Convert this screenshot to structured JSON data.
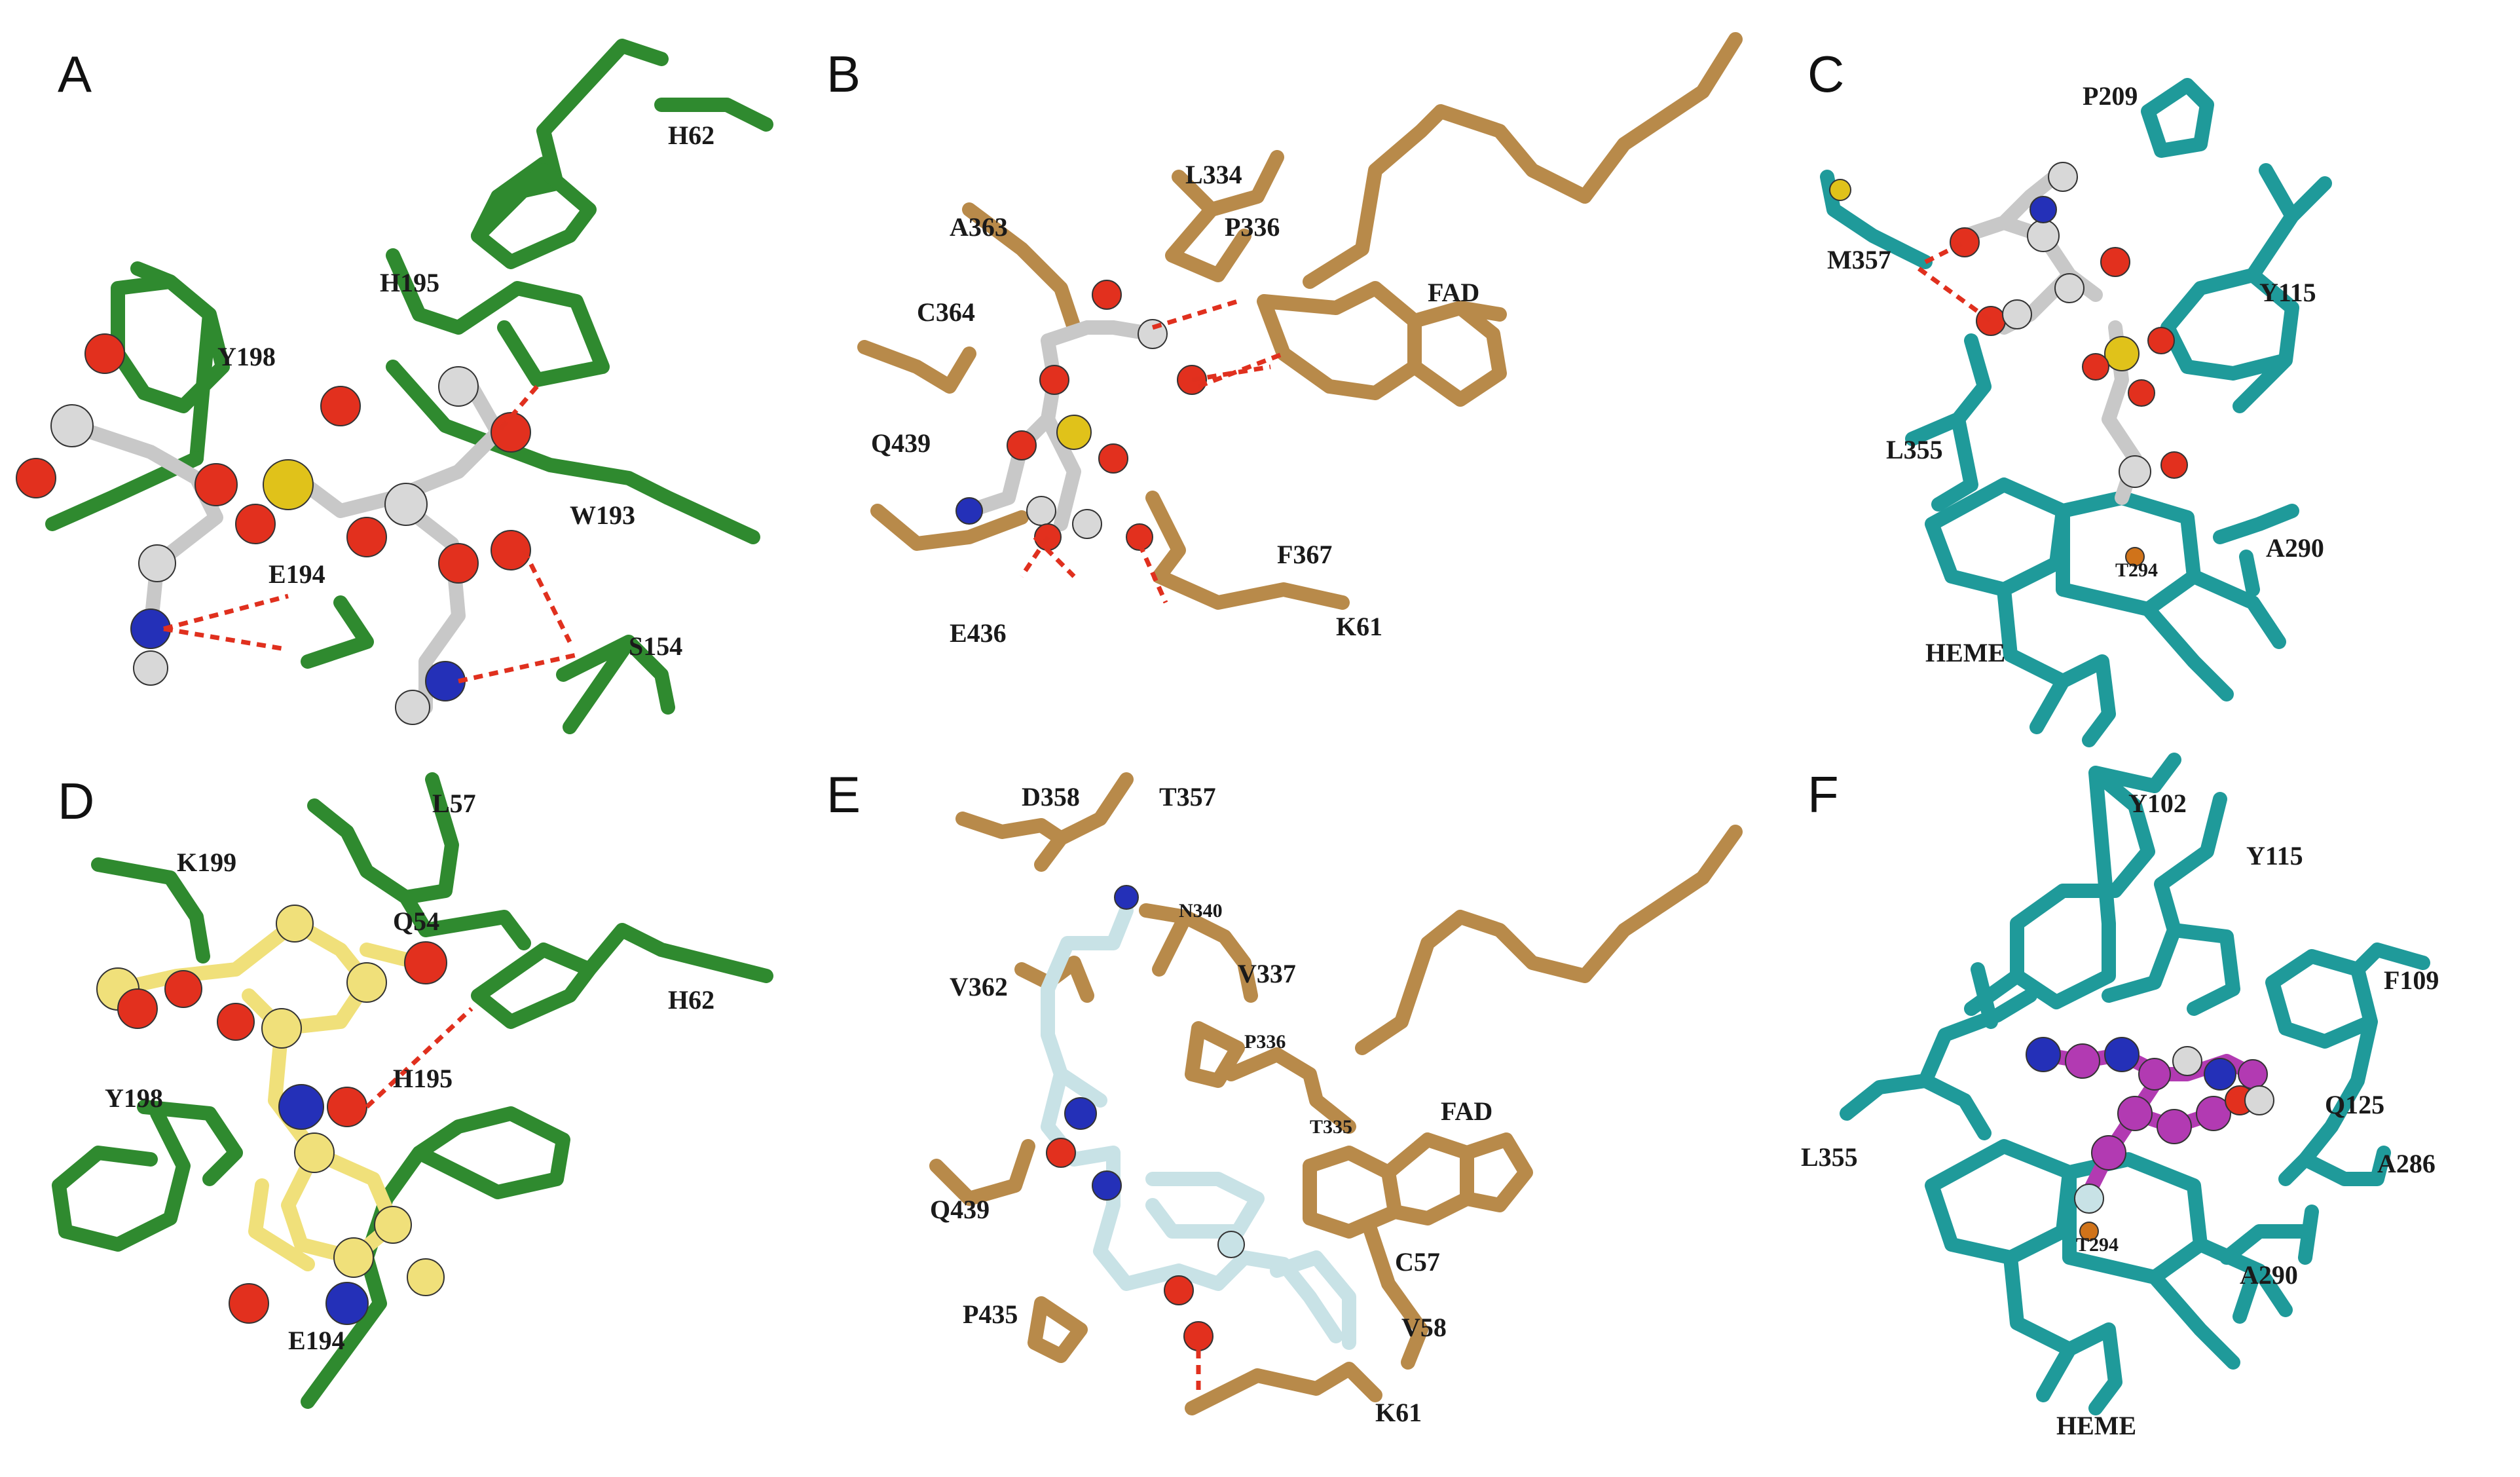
{
  "palette": {
    "green_carbon": "#2f8a2f",
    "tan_carbon": "#b88a4a",
    "teal_carbon": "#1f9a9a",
    "oxygen": "#e2301e",
    "nitrogen": "#2430b8",
    "sulfur": "#e0c21a",
    "phosphorus": "#e07a14",
    "iron": "#d0731a",
    "ligand_white": "#d8d8d8",
    "ligand_yellow": "#f0e07a",
    "ligand_pale_cyan": "#c8e2e6",
    "ligand_magenta": "#b23ab2",
    "hbond": "#e0301e"
  },
  "panels": [
    {
      "letter": "A",
      "labels": [
        {
          "text": "H62"
        },
        {
          "text": "H195"
        },
        {
          "text": "Y198"
        },
        {
          "text": "W193"
        },
        {
          "text": "E194"
        },
        {
          "text": "S154"
        }
      ]
    },
    {
      "letter": "B",
      "labels": [
        {
          "text": "L334"
        },
        {
          "text": "P336"
        },
        {
          "text": "A363"
        },
        {
          "text": "C364"
        },
        {
          "text": "FAD"
        },
        {
          "text": "Q439"
        },
        {
          "text": "F367"
        },
        {
          "text": "E436"
        },
        {
          "text": "K61"
        }
      ]
    },
    {
      "letter": "C",
      "labels": [
        {
          "text": "P209"
        },
        {
          "text": "M357"
        },
        {
          "text": "Y115"
        },
        {
          "text": "L355"
        },
        {
          "text": "A290"
        },
        {
          "text": "T294"
        },
        {
          "text": "HEME"
        }
      ]
    },
    {
      "letter": "D",
      "labels": [
        {
          "text": "L57"
        },
        {
          "text": "K199"
        },
        {
          "text": "Q54"
        },
        {
          "text": "H62"
        },
        {
          "text": "H195"
        },
        {
          "text": "Y198"
        },
        {
          "text": "E194"
        }
      ]
    },
    {
      "letter": "E",
      "labels": [
        {
          "text": "D358"
        },
        {
          "text": "T357"
        },
        {
          "text": "N340"
        },
        {
          "text": "V362"
        },
        {
          "text": "V337"
        },
        {
          "text": "P336"
        },
        {
          "text": "T335"
        },
        {
          "text": "FAD"
        },
        {
          "text": "Q439"
        },
        {
          "text": "C57"
        },
        {
          "text": "P435"
        },
        {
          "text": "V58"
        },
        {
          "text": "K61"
        }
      ]
    },
    {
      "letter": "F",
      "labels": [
        {
          "text": "Y102"
        },
        {
          "text": "Y115"
        },
        {
          "text": "F109"
        },
        {
          "text": "Q125"
        },
        {
          "text": "L355"
        },
        {
          "text": "A286"
        },
        {
          "text": "A290"
        },
        {
          "text": "T294"
        },
        {
          "text": "HEME"
        }
      ]
    }
  ]
}
